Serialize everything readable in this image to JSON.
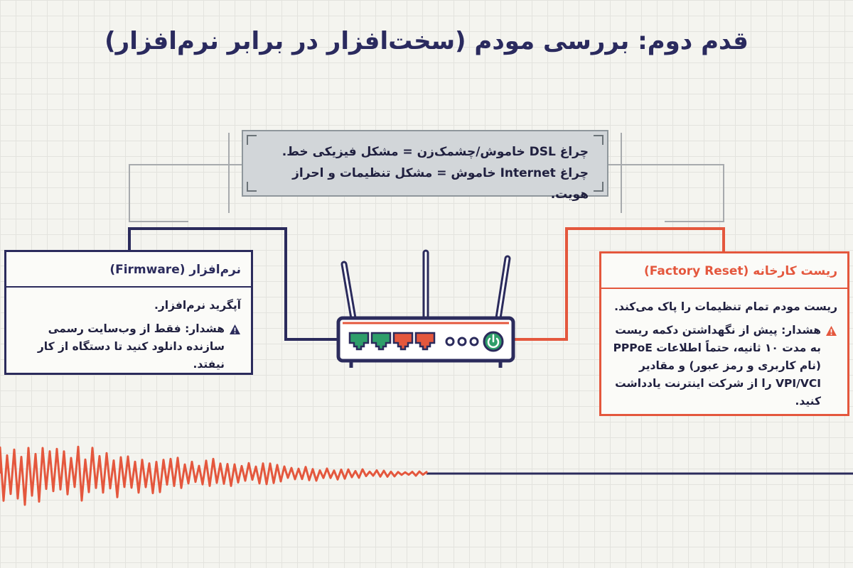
{
  "title": "قدم دوم: بررسی مودم (سخت‌افزار در برابر نرم‌افزار)",
  "info_box": {
    "line1": "چراغ DSL خاموش/چشمک‌زن = مشکل فیزیکی خط.",
    "line2": "چراغ Internet خاموش = مشکل تنظیمات و احراز هویت."
  },
  "firmware_card": {
    "heading": "نرم‌افزار (Firmware)",
    "text": "آپگرید نرم‌افزار.",
    "warning": "هشدار: فقط از وب‌سایت رسمی سازنده دانلود کنید تا دستگاه از کار نیفتد."
  },
  "reset_card": {
    "heading": "ریست کارخانه (Factory Reset)",
    "text": "ریست مودم تمام تنظیمات را پاک می‌کند.",
    "warning": "هشدار: پیش از نگهداشتن دکمه ریست به مدت ۱۰ ثانیه، حتماً اطلاعات PPPoE (نام کاربری و رمز عبور) و مقادیر VPI/VCI را از شرکت اینترنت یادداشت کنید."
  },
  "router": {
    "port_colors": [
      "#2e9e6a",
      "#2e9e6a",
      "#e4573d",
      "#e4573d"
    ],
    "icons": [
      "antenna-icon",
      "ethernet-port-icon",
      "status-led-icon",
      "power-icon"
    ]
  },
  "colors": {
    "navy": "#2b2b5c",
    "accent": "#e4573d",
    "gray_line": "#a7aaad"
  }
}
